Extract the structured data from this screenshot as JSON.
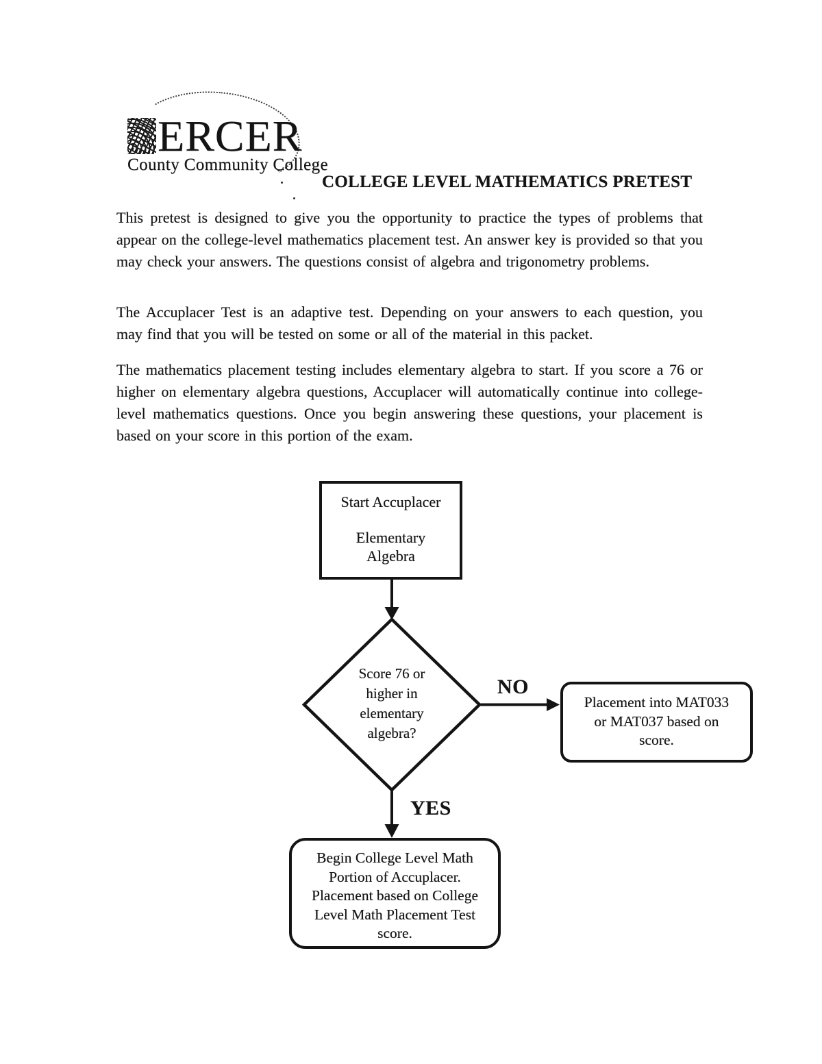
{
  "page": {
    "background": "#ffffff",
    "ink_color": "#141414",
    "title": "COLLEGE LEVEL MATHEMATICS PRETEST"
  },
  "logo": {
    "emblem": "m-woven-emblem",
    "wordmark_rest": "ERCER",
    "subtitle": "County Community College"
  },
  "paragraphs": [
    "This pretest is designed to give you the opportunity to practice the types of problems that appear on the college-level mathematics placement test. An answer key is provided so that you may check your answers.  The questions consist of algebra and trigonometry problems.",
    "The Accuplacer Test is an adaptive test. Depending on your answers to each question, you may find that you will be tested on some or all of the material in this packet.",
    "The mathematics placement testing includes elementary algebra to start.  If you score a 76 or higher on elementary algebra questions, Accuplacer will automatically continue into college-level mathematics questions.  Once you begin answering these questions, your placement is based on your score in this portion of the exam."
  ],
  "flowchart": {
    "start_box": {
      "line1": "Start Accuplacer",
      "line2": "Elementary",
      "line3": "Algebra"
    },
    "decision": {
      "lines": [
        "Score 76 or",
        "higher in",
        "elementary",
        "algebra?"
      ]
    },
    "no_label": "NO",
    "yes_label": "YES",
    "no_box": {
      "lines": [
        "Placement into MAT033",
        "or MAT037 based on",
        "score."
      ]
    },
    "yes_box": {
      "lines": [
        "Begin College Level Math",
        "Portion of Accuplacer.",
        "Placement based on College",
        "Level Math Placement Test",
        "score."
      ]
    }
  }
}
